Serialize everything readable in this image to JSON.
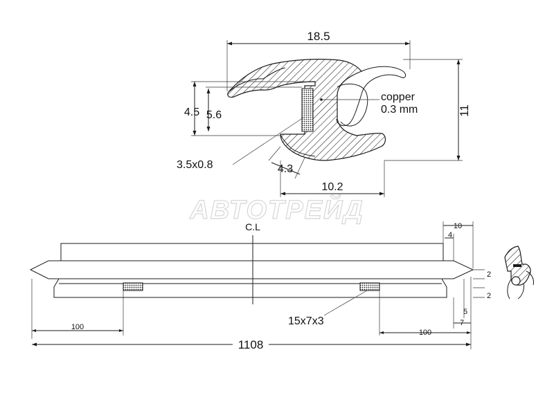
{
  "watermark": "АВТОТРЕЙД",
  "profile": {
    "width": "18.5",
    "height": "11",
    "gap_outer": "4.5",
    "gap_inner": "5.6",
    "insert_size": "3.5x0.8",
    "bottom_width": "10.2",
    "lip": "4.3",
    "copper_label": "copper",
    "copper_thickness": "0.3 mm"
  },
  "strip": {
    "centerline": "C.L",
    "total_length": "1108",
    "pad_offset_left": "100",
    "pad_offset_right": "100",
    "pad_size": "15x7x3",
    "end_dims": [
      "10",
      "4",
      "2",
      "2",
      "5",
      "7"
    ]
  },
  "colors": {
    "line": "#1a1a1a",
    "background": "#ffffff",
    "watermark_outline": "#d6d6d6"
  }
}
